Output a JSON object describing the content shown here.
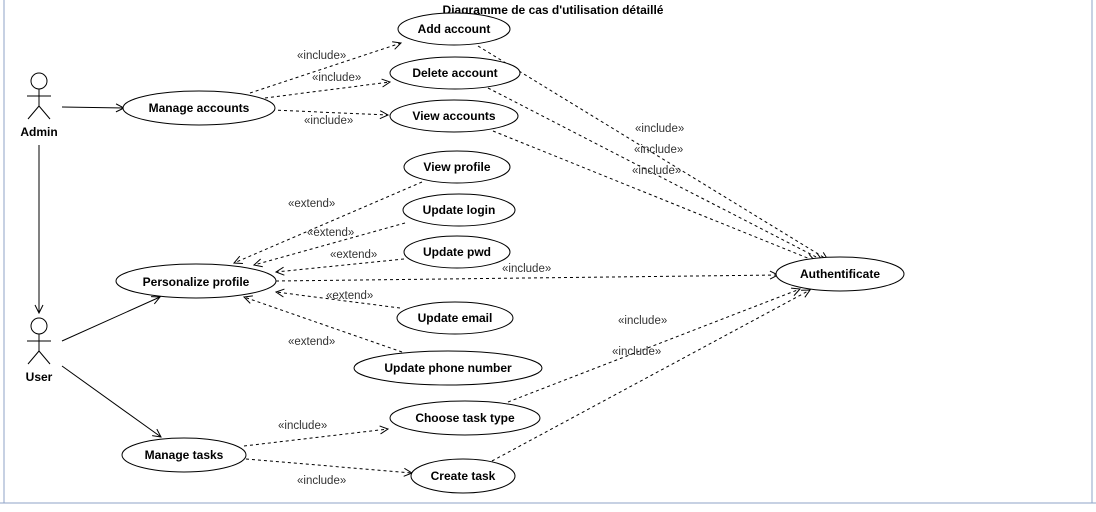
{
  "diagram": {
    "title": "Diagramme de cas d'utilisation détaillé",
    "actors": {
      "admin": "Admin",
      "user": "User"
    },
    "use_cases": {
      "manage_accounts": "Manage accounts",
      "add_account": "Add account",
      "delete_account": "Delete account",
      "view_accounts": "View accounts",
      "view_profile": "View profile",
      "update_login": "Update login",
      "update_pwd": "Update pwd",
      "personalize_profile": "Personalize profile",
      "update_email": "Update email",
      "update_phone": "Update phone number",
      "authentificate": "Authentificate",
      "choose_task_type": "Choose task type",
      "manage_tasks": "Manage tasks",
      "create_task": "Create task"
    },
    "relations": {
      "include": "«include»",
      "extend": "«extend»"
    },
    "colors": {
      "stroke": "#000000",
      "frame": "#8fa3c7"
    }
  }
}
